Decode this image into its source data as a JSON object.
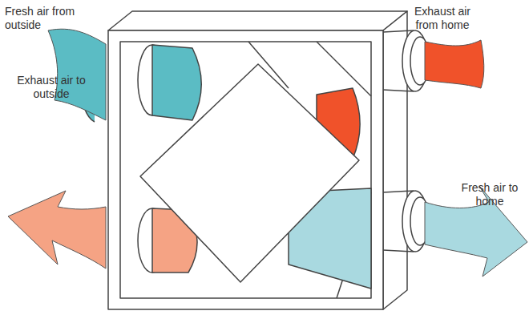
{
  "diagram": {
    "labels": [
      "Fresh air from outside",
      "Exhaust air from home",
      "Exhaust air to outside",
      "Fresh air to home"
    ]
  }
}
